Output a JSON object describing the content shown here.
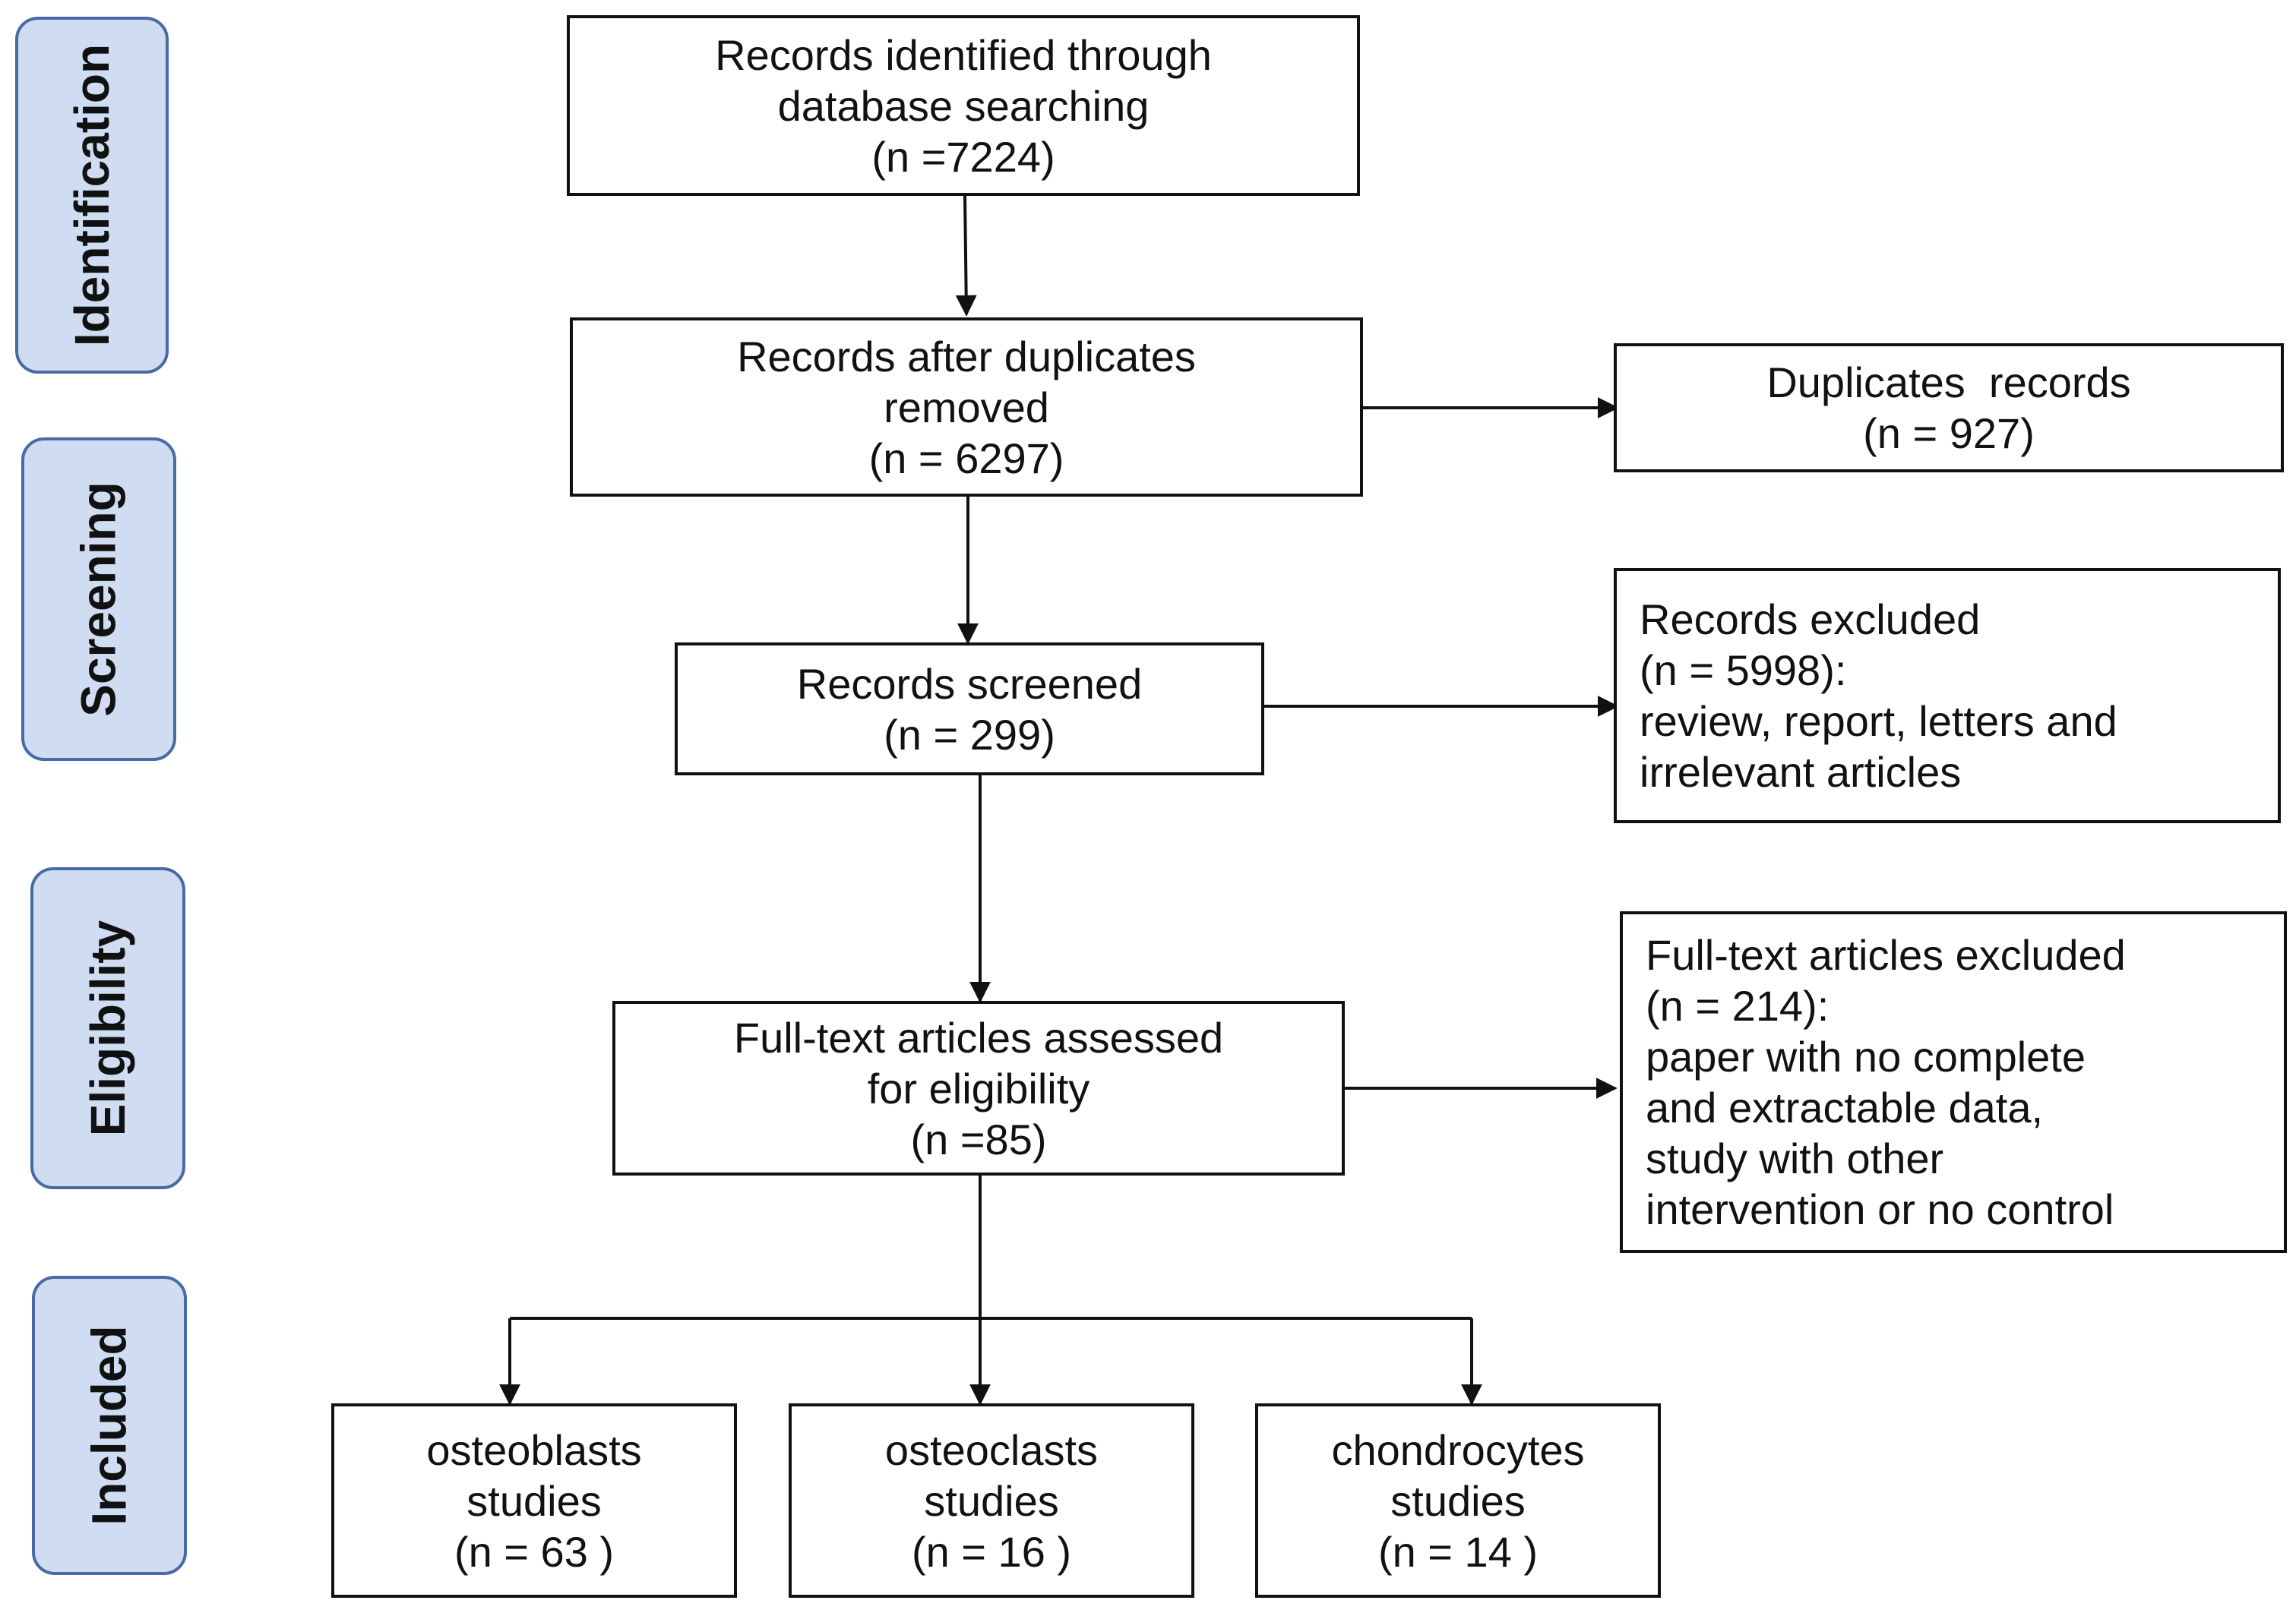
{
  "stages": [
    "Identification",
    "Screening",
    "Eligibility",
    "Included"
  ],
  "boxes": {
    "identified": [
      "Records identified through",
      "database searching",
      "(n =7224)"
    ],
    "after_duplicates": [
      "Records after duplicates",
      "removed",
      "(n = 6297)"
    ],
    "duplicates": [
      "Duplicates  records",
      "(n = 927)"
    ],
    "screened": [
      "Records screened",
      "(n = 299)"
    ],
    "records_excluded": [
      "Records excluded",
      "(n = 5998):",
      "review, report, letters and",
      "irrelevant articles"
    ],
    "assessed": [
      "Full-text articles assessed",
      "for eligibility",
      "(n =85)"
    ],
    "fulltext_excluded": [
      "Full-text articles excluded",
      "(n = 214):",
      "paper with no complete",
      "and extractable data,",
      "study with other",
      "intervention or no control"
    ],
    "osteoblasts": [
      "osteoblasts",
      "studies",
      "(n = 63 )"
    ],
    "osteoclasts": [
      "osteoclasts",
      "studies",
      "(n = 16 )"
    ],
    "chondrocytes": [
      "chondrocytes",
      "studies",
      "(n = 14 )"
    ]
  },
  "colors": {
    "stage_fill": "#cfdcf1",
    "stage_border": "#4a6aa6",
    "line": "#111111"
  }
}
